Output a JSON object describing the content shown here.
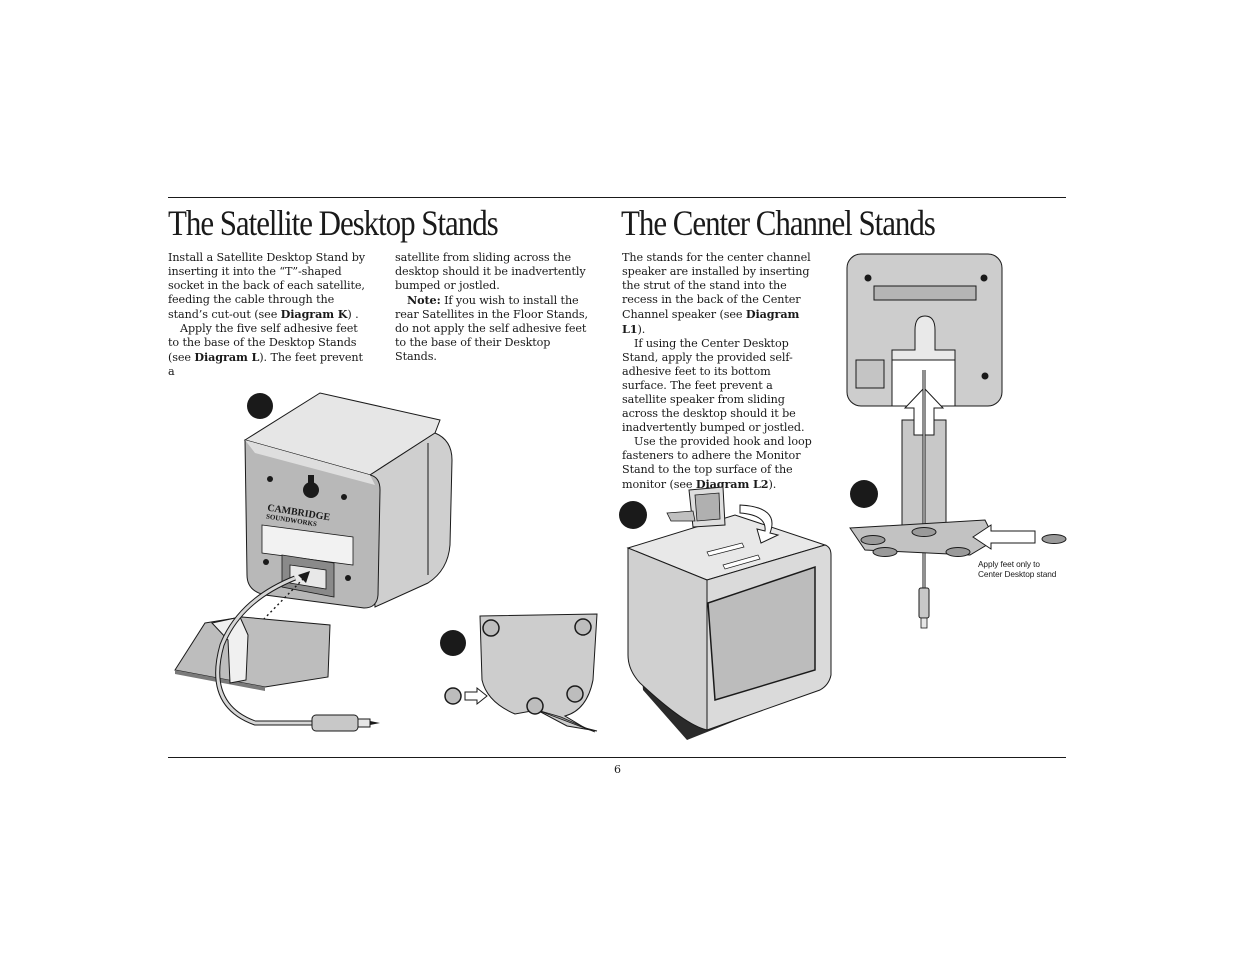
{
  "left": {
    "title": "The Satellite Desktop Stands",
    "col1": {
      "p1_a": "Install a Satellite Desktop Stand by inserting it into the “T”-shaped socket in the back of each satellite, feeding the cable through the stand’s cut-out (see ",
      "p1_bold": "Diagram K",
      "p1_b": ") .",
      "p2_a": "Apply the five self adhesive feet to the base of the Desktop Stands (see ",
      "p2_bold": "Diagram L",
      "p2_b": "). The feet prevent a"
    },
    "col2": {
      "p1": "satellite from sliding across the desktop should it be inadvertently bumped or jostled.",
      "p2_bold": "Note:",
      "p2_rest": " If you wish to install the rear Satellites in the Floor Stands, do not apply the self adhesive feet to the base of their Desktop Stands."
    },
    "logo_line1": "CAMBRIDGE",
    "logo_line2": "SOUNDWORKS"
  },
  "right": {
    "title": "The Center Channel Stands",
    "p1_a": "The stands for the center channel speaker are installed by inserting the strut of the stand into the recess in the back of the Center Channel speaker (see ",
    "p1_bold": "Diagram L1",
    "p1_b": ").",
    "p2": "If using the Center Desktop Stand, apply the provided self-adhesive feet to its bottom surface. The feet prevent a satellite speaker from sliding across the desktop should it be inadvertently bumped or jostled.",
    "p3_a": "Use the provided hook and loop fasteners to adhere the Monitor Stand to the top surface of the monitor (see ",
    "p3_bold": "Diagram L2",
    "p3_b": ").",
    "callout_line1": "Apply feet only to",
    "callout_line2": "Center Desktop stand"
  },
  "page_number": "6",
  "colors": {
    "ink": "#1a1a1a",
    "panel": "#d9d9d9",
    "panel_dark": "#9a9a9a"
  }
}
